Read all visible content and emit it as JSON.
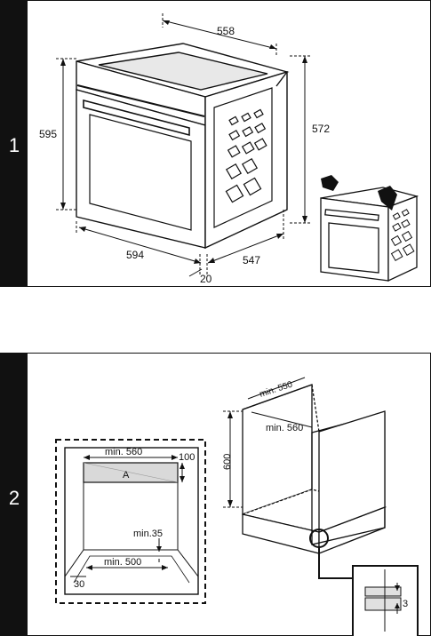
{
  "step1": {
    "number": "1",
    "dims": {
      "width_top": "558",
      "height_front": "595",
      "height_side": "572",
      "width_front": "594",
      "depth_side": "547",
      "door_offset": "20"
    }
  },
  "step2": {
    "number": "2",
    "front_view": {
      "width_min": "min. 560",
      "top_gap": "100",
      "vent_label": "A",
      "vent_gap": "min.35",
      "bottom_width_min": "min. 500",
      "side_offset": "30"
    },
    "cabinet": {
      "depth_min": "min. 550",
      "width_min": "min. 560",
      "height": "600",
      "detail_gap": "3"
    }
  }
}
